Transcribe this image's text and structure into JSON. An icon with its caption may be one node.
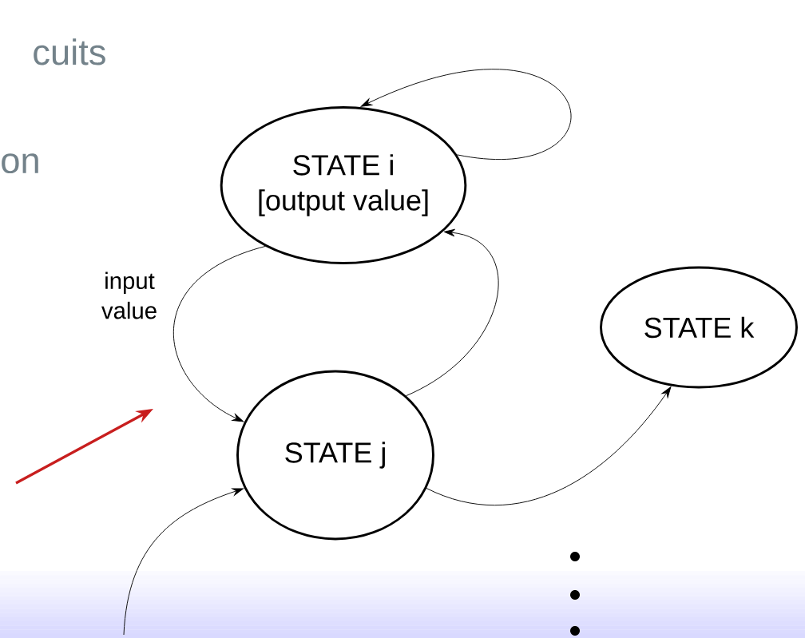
{
  "diagram": {
    "nodes": [
      {
        "text": [
          "STATE i",
          "[output value]"
        ]
      },
      {
        "text": [
          "STATE j"
        ]
      },
      {
        "text": [
          "STATE k"
        ]
      }
    ],
    "edges": [
      {
        "from": 0,
        "to": 0,
        "arrow": "to"
      },
      {
        "from": 0,
        "to": 1,
        "arrow": "to",
        "label": "input value"
      },
      {
        "from": 1,
        "to": 0,
        "arrow": "to"
      },
      {
        "from": 1,
        "to": 2,
        "arrow": "to"
      },
      {
        "from": null,
        "to": 1,
        "arrow": "to"
      }
    ],
    "labels": [
      "cuits",
      "on"
    ]
  }
}
